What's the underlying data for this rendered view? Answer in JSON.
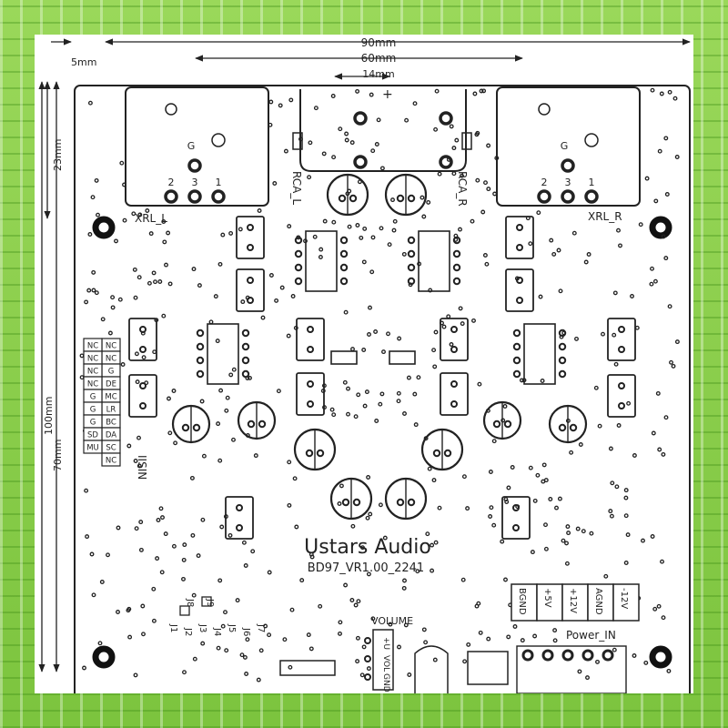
{
  "dimensions": {
    "width_total": "90mm",
    "width_60": "60mm",
    "width_14": "14mm",
    "margin_left": "5mm",
    "height_23": "23mm",
    "height_100": "100mm",
    "height_70": "70mm"
  },
  "labels": {
    "xrl_left": "XRL_L",
    "xrl_right": "XRL_R",
    "rca_left": "RCA_L",
    "rca_right": "RCA_R",
    "plus": "+",
    "pin_g": "G",
    "pin_2": "2",
    "pin_3": "3",
    "pin_1": "1",
    "brand": "Ustars Audio",
    "version": "BD97_VR1.00_2241",
    "volume": "VOLUME",
    "power_in": "Power_IN",
    "iis_in": "IISIN",
    "vol_pins": [
      "+U",
      "VOL",
      "GND"
    ]
  },
  "iis_header": {
    "left": [
      "NC",
      "NC",
      "NC",
      "NC",
      "G",
      "G",
      "G",
      "SD",
      "MU"
    ],
    "right": [
      "NC",
      "NC",
      "G",
      "DE",
      "MC",
      "LR",
      "BC",
      "DA",
      "SC",
      "NC"
    ]
  },
  "jumpers": [
    "J1",
    "J2",
    "J3",
    "J4",
    "J5",
    "J6",
    "J7",
    "J8",
    "J9"
  ],
  "power_terminals": [
    "BGND",
    "+5V",
    "+12V",
    "AGND",
    "-12V"
  ],
  "colors": {
    "frame_green": "#8fd14f",
    "board_white": "#ffffff",
    "silkscreen_black": "#222222"
  }
}
